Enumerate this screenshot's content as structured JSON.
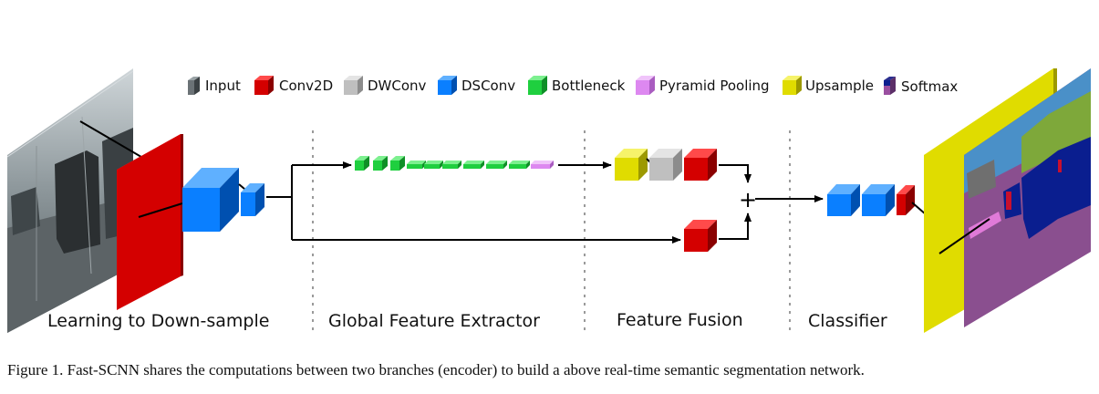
{
  "legend": {
    "input": "Input",
    "conv2d": "Conv2D",
    "dwconv": "DWConv",
    "dsconv": "DSConv",
    "bottleneck": "Bottleneck",
    "pyramid_pooling": "Pyramid Pooling",
    "upsample": "Upsample",
    "softmax": "Softmax"
  },
  "sections": {
    "learning_to_downsample": "Learning to Down-sample",
    "global_feature_extractor": "Global Feature Extractor",
    "feature_fusion": "Feature Fusion",
    "classifier": "Classifier"
  },
  "fusion_symbol": "+",
  "caption": "Figure 1. Fast-SCNN shares the computations between two branches (encoder) to build a above real-time semantic segmentation network.",
  "colors": {
    "conv2d": "#d40000",
    "dwconv": "#bfbfbf",
    "dsconv": "#0a7fff",
    "bottleneck": "#1fcf3f",
    "pyramid_pooling": "#dd88f0",
    "upsample": "#e0dc00",
    "softmax": "#9a4fa0",
    "input_photo": "#6b7276",
    "seg_sky": "#4a90c8",
    "seg_road": "#8a4f8f",
    "seg_car": "#0a1e8f",
    "seg_vegetation": "#7ea83a"
  }
}
